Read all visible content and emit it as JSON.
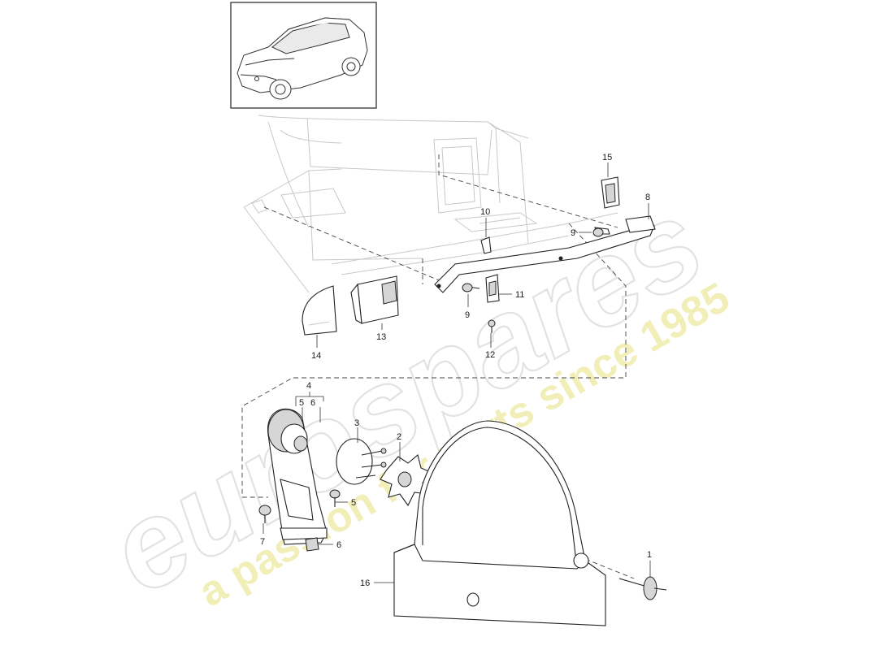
{
  "watermark": {
    "logo": "eurospares",
    "tagline": "a passion for parts since 1985"
  },
  "thumbnail": {
    "icon": "suv-car-icon"
  },
  "callouts": {
    "c1": "1",
    "c2": "2",
    "c3": "3",
    "c4": "4",
    "c5a": "5",
    "c6a": "6",
    "c5b": "5",
    "c6b": "6",
    "c7": "7",
    "c8": "8",
    "c9a": "9",
    "c9b": "9",
    "c10": "10",
    "c11": "11",
    "c12": "12",
    "c13": "13",
    "c14": "14",
    "c15": "15",
    "c16": "16"
  }
}
